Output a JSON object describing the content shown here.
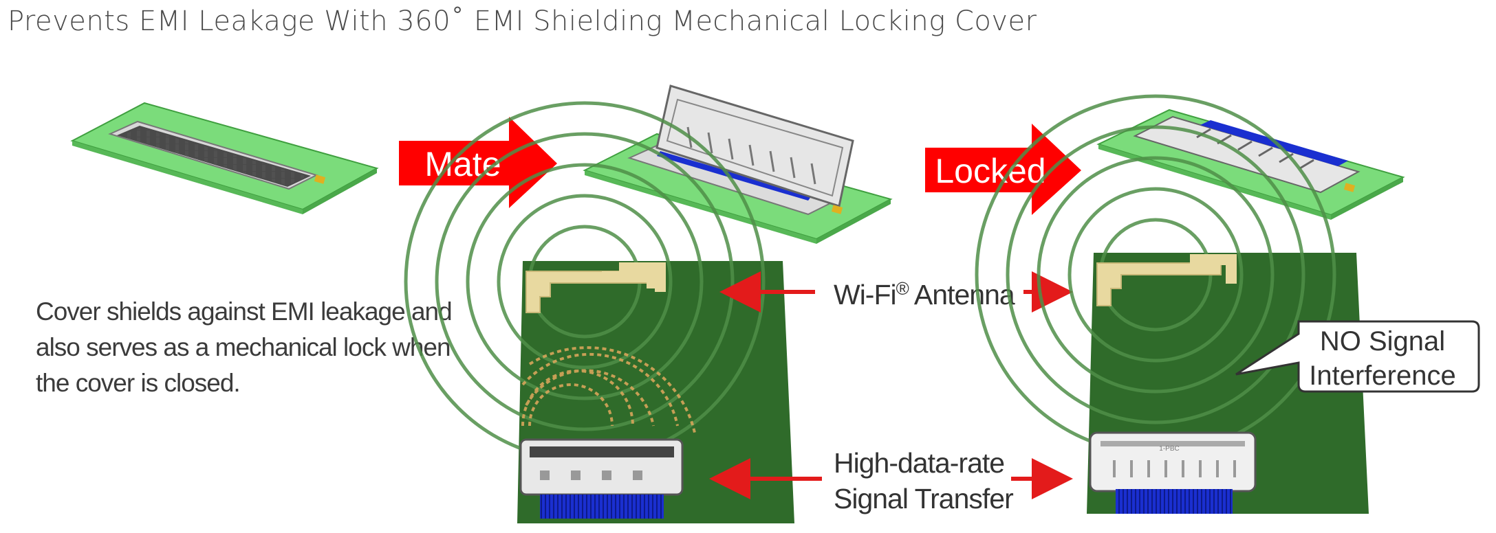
{
  "title": "Prevents EMI Leakage With 360˚ EMI Shielding Mechanical Locking Cover",
  "steps": {
    "arrow1_label": "Mate",
    "arrow2_label": "Locked"
  },
  "description": {
    "line1": "Cover shields against EMI leakage and",
    "line2": "also serves as a mechanical lock when",
    "line3": "the cover is closed."
  },
  "labels": {
    "antenna_prefix": "Wi-Fi",
    "antenna_reg": "®",
    "antenna_suffix": " Antenna",
    "signal_line1": "High-data-rate",
    "signal_line2": "Signal Transfer"
  },
  "callout": {
    "line1": "NO Signal",
    "line2": "Interference"
  },
  "connector_mark": "1-PBC",
  "colors": {
    "arrow_red": "#ff0000",
    "pcb_green": "#7bdc7b",
    "board_green": "#2f6b2a",
    "antenna_gold": "#e8d9a0",
    "cable_blue": "#1a2fd0"
  }
}
